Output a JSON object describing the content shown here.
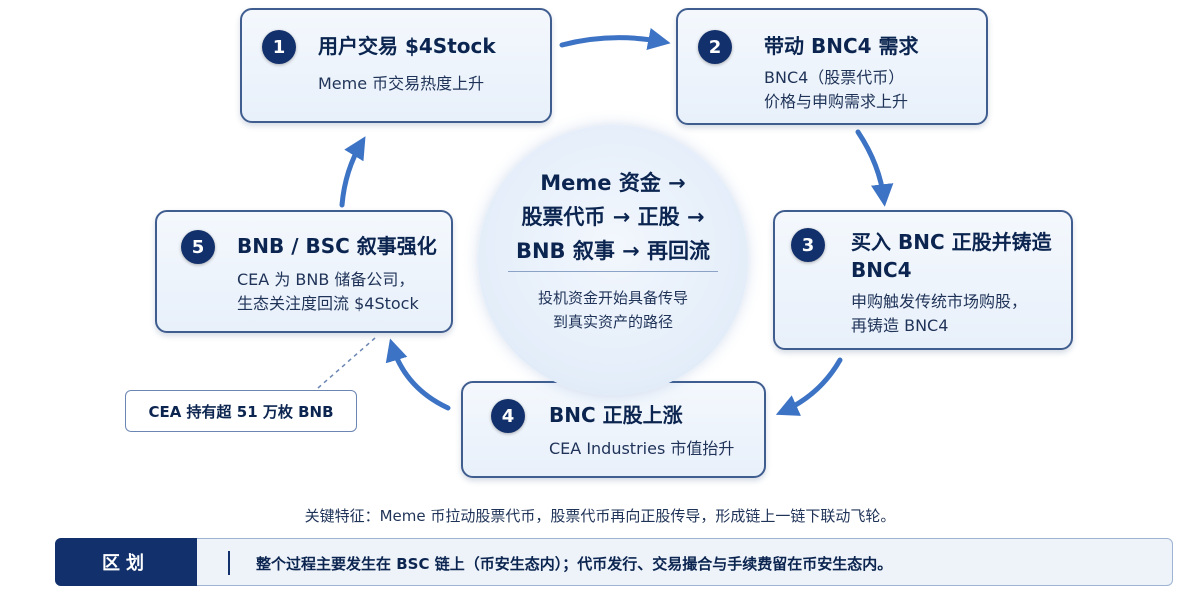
{
  "steps": [
    {
      "num": "1",
      "title": "用户交易 $4Stock",
      "desc": [
        "Meme 币交易热度上升"
      ]
    },
    {
      "num": "2",
      "title": "带动 BNC4 需求",
      "desc": [
        "BNC4（股票代币）",
        "价格与申购需求上升"
      ]
    },
    {
      "num": "3",
      "title": [
        "买入 BNC 正股并铸造",
        "BNC4"
      ],
      "desc": [
        "申购触发传统市场购股，",
        "再铸造 BNC4"
      ]
    },
    {
      "num": "4",
      "title": "BNC 正股上涨",
      "desc": [
        "CEA Industries 市值抬升"
      ]
    },
    {
      "num": "5",
      "title": "BNB / BSC 叙事强化",
      "desc": [
        "CEA 为 BNB 储备公司，",
        "生态关注度回流 $4Stock"
      ]
    }
  ],
  "center": {
    "lines": [
      "Meme 资金 →",
      "股票代币 → 正股 →",
      "BNB 叙事 → 再回流"
    ],
    "sub": [
      "投机资金开始具备传导",
      "到真实资产的路径"
    ]
  },
  "note": "CEA 持有超 51 万枚 BNB",
  "key_feature": "关键特征：Meme 币拉动股票代币，股票代币再向正股传导，形成链上一链下联动飞轮。",
  "distinction": {
    "label": "区划",
    "text": "整个过程主要发生在 BSC 链上（币安生态内）；代币发行、交易撮合与手续费留在币安生态内。"
  },
  "colors": {
    "accent": "#12306b",
    "arrow": "#3d73c4",
    "border": "#3f5d8f"
  },
  "icons": {
    "flow_arrow": "arrow-icon"
  }
}
